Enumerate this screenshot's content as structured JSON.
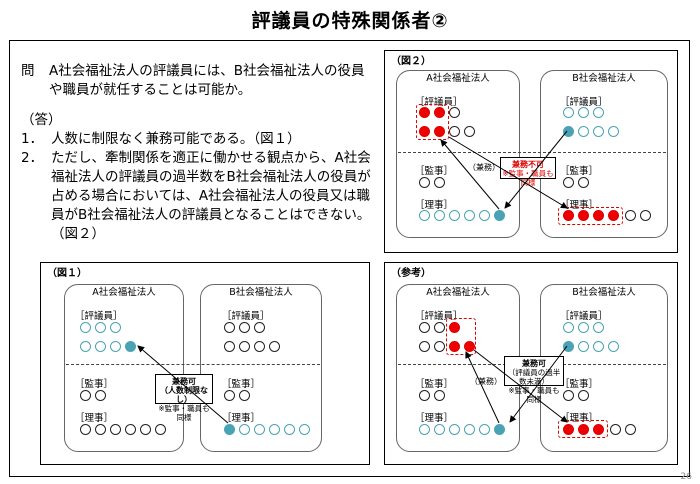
{
  "title": "評議員の特殊関係者②",
  "question": {
    "label": "問",
    "text": "A社会福祉法人の評議員には、B社会福祉法人の役員や職員が就任することは可能か。"
  },
  "answer": {
    "heading": "（答）",
    "items": [
      {
        "num": "1．",
        "text": "人数に制限なく兼務可能である。（図１）"
      },
      {
        "num": "2．",
        "text": "ただし、牽制関係を適正に働かせる観点から、A社会福祉法人の評議員の過半数をB社会福祉法人の役員が占める場合においては、A社会福祉法人の役員又は職員がB社会福祉法人の評議員となることはできない。（図２）"
      }
    ]
  },
  "labels": {
    "corp_a": "A社会福祉法人",
    "corp_b": "B社会福祉法人",
    "councilor": "［評議員］",
    "auditor": "［監事］",
    "director": "［理事］",
    "kenmu": "（兼務）"
  },
  "fig1": {
    "title": "（図１）",
    "note_main": "兼務可",
    "note_main2": "（人数制限なし）",
    "note_sub": "※監事・職員も同様"
  },
  "fig2": {
    "title": "（図２）",
    "note_main": "兼務不可",
    "note_sub": "※監事・職員も同様"
  },
  "fig3": {
    "title": "（参考）",
    "note_main": "兼務可",
    "note_sub1": "（評議員の過半数未満）",
    "note_sub2": "※監事・職員も同様"
  },
  "page_number": "26",
  "colors": {
    "teal": "#4aa3b5",
    "red": "#e00000"
  }
}
